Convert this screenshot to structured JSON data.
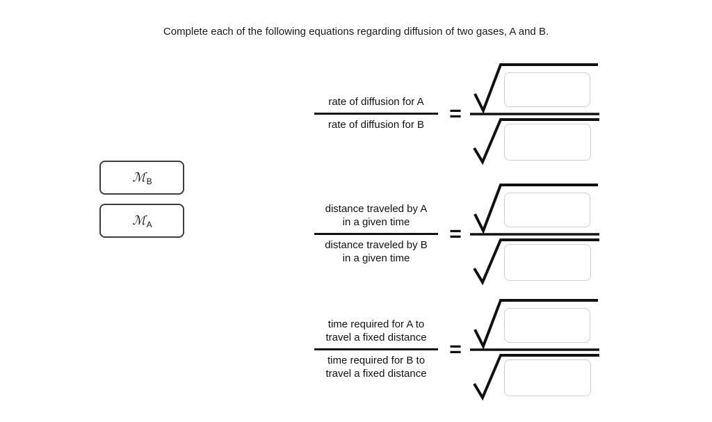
{
  "title": "Complete each of the following equations regarding diffusion of two gases, A and B.",
  "tiles": [
    {
      "symbol": "ℳ",
      "subscript": "B"
    },
    {
      "symbol": "ℳ",
      "subscript": "A"
    }
  ],
  "equations": [
    {
      "lhs": {
        "num_line1": "rate of diffusion for A",
        "num_line2": "",
        "den_line1": "rate of diffusion for B",
        "den_line2": ""
      },
      "equals": "=",
      "rhs": {
        "numerator_value": "",
        "denominator_value": ""
      }
    },
    {
      "lhs": {
        "num_line1": "distance traveled by A",
        "num_line2": "in a given time",
        "den_line1": "distance traveled by B",
        "den_line2": "in a given time"
      },
      "equals": "=",
      "rhs": {
        "numerator_value": "",
        "denominator_value": ""
      }
    },
    {
      "lhs": {
        "num_line1": "time required for A to",
        "num_line2": "travel a fixed distance",
        "den_line1": "time required for B to",
        "den_line2": "travel a fixed distance"
      },
      "equals": "=",
      "rhs": {
        "numerator_value": "",
        "denominator_value": ""
      }
    }
  ],
  "colors": {
    "stroke": "#111111",
    "dropzone_border": "#cfcfcf",
    "tile_border": "#3d3d3d"
  }
}
